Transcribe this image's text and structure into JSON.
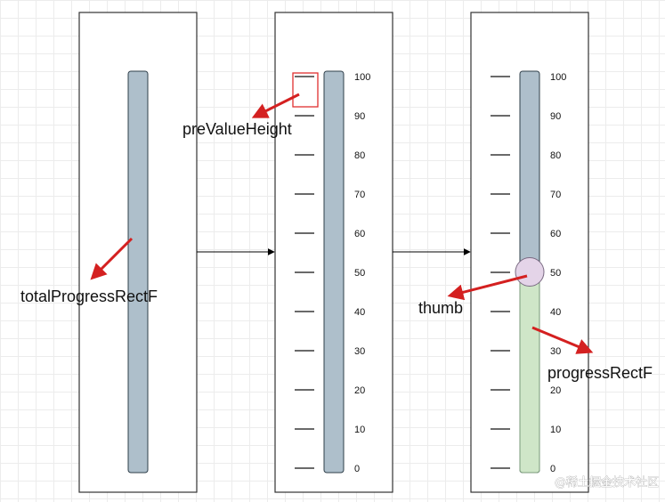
{
  "scale_labels": [
    "100",
    "90",
    "80",
    "70",
    "60",
    "50",
    "40",
    "30",
    "20",
    "10",
    "0"
  ],
  "callouts": {
    "total_progress": "totalProgressRectF",
    "pre_value_height": "preValueHeight",
    "thumb": "thumb",
    "progress": "progressRectF"
  },
  "watermark": "@稀土掘金技术社区",
  "slider_value_percent": 50,
  "colors": {
    "track": "#aebfcb",
    "progress": "#cfe6c8",
    "thumb": "#e4d4e8",
    "arrow": "#d42020",
    "highlight": "#e03030",
    "stroke": "#333333"
  }
}
